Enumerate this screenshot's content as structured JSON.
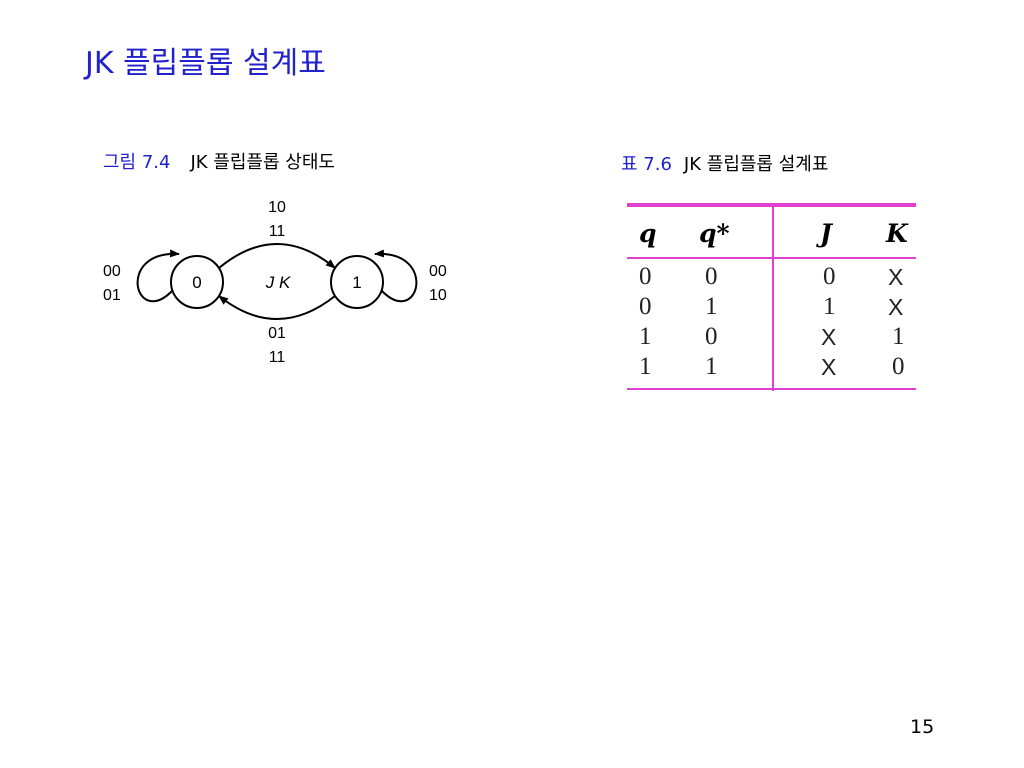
{
  "title": "JK 플립플롭 설계표",
  "figure": {
    "caption_label": "그림 7.4",
    "caption_text": "JK 플립플롭 상태도",
    "states": [
      "0",
      "1"
    ],
    "edge_center_label": "J K",
    "top_edge_labels": [
      "10",
      "11"
    ],
    "bottom_edge_labels": [
      "01",
      "11"
    ],
    "left_loop_labels": [
      "00",
      "01"
    ],
    "right_loop_labels": [
      "00",
      "10"
    ]
  },
  "table": {
    "caption_label": "표 7.6",
    "caption_text": "JK 플립플롭 설계표",
    "headers": [
      "q",
      "q*",
      "J",
      "K"
    ],
    "rows": [
      [
        "0",
        "0",
        "0",
        "X"
      ],
      [
        "0",
        "1",
        "1",
        "X"
      ],
      [
        "1",
        "0",
        "X",
        "1"
      ],
      [
        "1",
        "1",
        "X",
        "0"
      ]
    ],
    "rule_color": "#e040d0"
  },
  "page_number": "15",
  "colors": {
    "title": "#2222cc",
    "caption_label": "#2222cc"
  }
}
